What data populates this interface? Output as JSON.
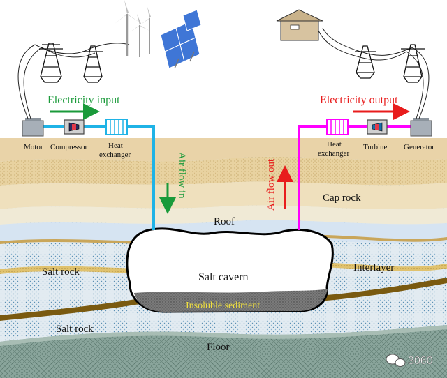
{
  "labels": {
    "motor": "Motor",
    "compressor": "Compressor",
    "heat_exchanger_in": "Heat",
    "heat_exchanger_in_2": "exchanger",
    "heat_exchanger_out": "Heat",
    "heat_exchanger_out_2": "exchanger",
    "turbine": "Turbine",
    "generator": "Generator",
    "electricity_input": "Electricity input",
    "electricity_output": "Electricity output",
    "air_flow_in": "Air flow in",
    "air_flow_out": "Air flow out",
    "cap_rock": "Cap rock",
    "roof": "Roof",
    "salt_rock_upper": "Salt rock",
    "salt_rock_lower": "Salt rock",
    "salt_cavern": "Salt cavern",
    "insoluble_sediment": "Insoluble sediment",
    "interlayer": "Interlayer",
    "floor": "Floor"
  },
  "watermark": "3060",
  "colors": {
    "inlet_pipe": "#1fb3e6",
    "outlet_pipe": "#ff00ff",
    "input_text": "#1a9a3a",
    "output_text": "#e81c1c",
    "interlayer_band": "#7a5a10",
    "sediment": "#6a6a6a",
    "floor": "#8aa39a",
    "salt_rock": "#dfe8ee"
  },
  "icons": [
    "wind-turbine-icon",
    "solar-panel-icon",
    "power-pylon-icon",
    "house-icon",
    "wechat-icon"
  ]
}
